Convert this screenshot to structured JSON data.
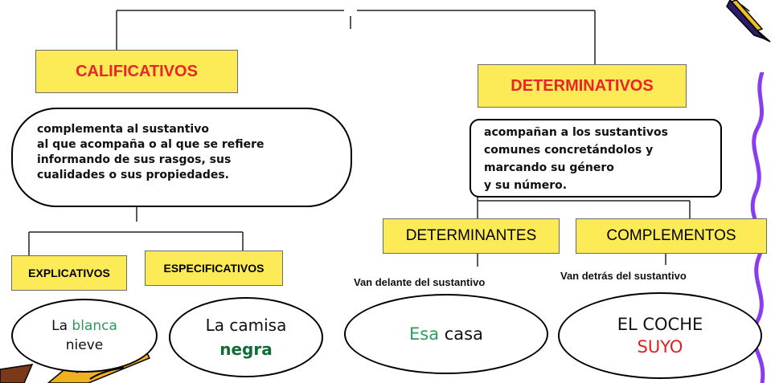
{
  "colors": {
    "box_fill": "#fcea56",
    "title_red": "#e8252b",
    "green_word": "#2e9a5a",
    "dark_green_word": "#0e6b35",
    "red_word": "#e02020",
    "scribble_purple": "#8a3cf0"
  },
  "left": {
    "title": "CALIFICATIVOS",
    "description": [
      "complementa al sustantivo",
      "al que acompaña o al que se refiere",
      "informando de sus rasgos, sus",
      "cualidades o sus propiedades."
    ],
    "explicativos": {
      "label": "EXPLICATIVOS",
      "example_line1_pre": "La ",
      "example_line1_word": "blanca",
      "example_line2": "nieve"
    },
    "especificativos": {
      "label": "ESPECIFICATIVOS",
      "example_line1": "La camisa",
      "example_line2_word": "negra"
    }
  },
  "right": {
    "title": "DETERMINATIVOS",
    "description": [
      "acompañan a los sustantivos",
      "comunes concretándolos y",
      "marcando su género",
      "y su número."
    ],
    "determinantes": {
      "label": "DETERMINANTES",
      "caption": "Van delante del sustantivo",
      "example_word": "Esa",
      "example_rest": " casa"
    },
    "complementos": {
      "label": "COMPLEMENTOS",
      "caption": "Van detrás del sustantivo",
      "example_line1": "EL COCHE",
      "example_line2_word": "SUYO"
    }
  },
  "decorations": [
    "pencil-icon",
    "crayon-icon",
    "purple-scribble"
  ]
}
